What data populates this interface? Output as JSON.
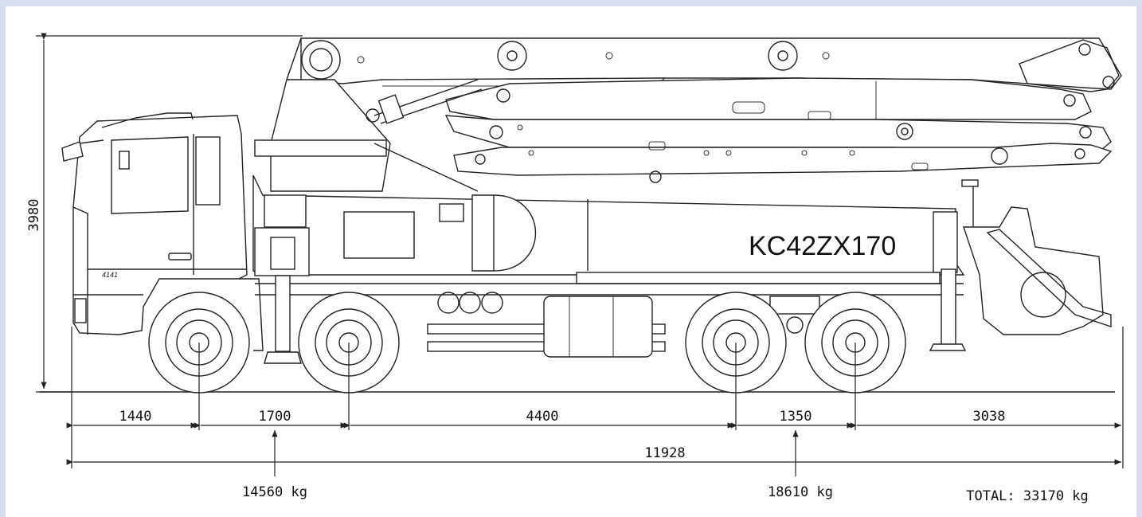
{
  "model": "KC42ZX170",
  "height_dim": "3980",
  "cab_badge": "4141",
  "dimensions": [
    {
      "label": "1440"
    },
    {
      "label": "1700"
    },
    {
      "label": "4400"
    },
    {
      "label": "1350"
    },
    {
      "label": "3038"
    }
  ],
  "overall_length": "11928",
  "loads": [
    {
      "label": "14560 kg"
    },
    {
      "label": "18610 kg"
    }
  ],
  "total_label": "TOTAL: 33170 kg"
}
